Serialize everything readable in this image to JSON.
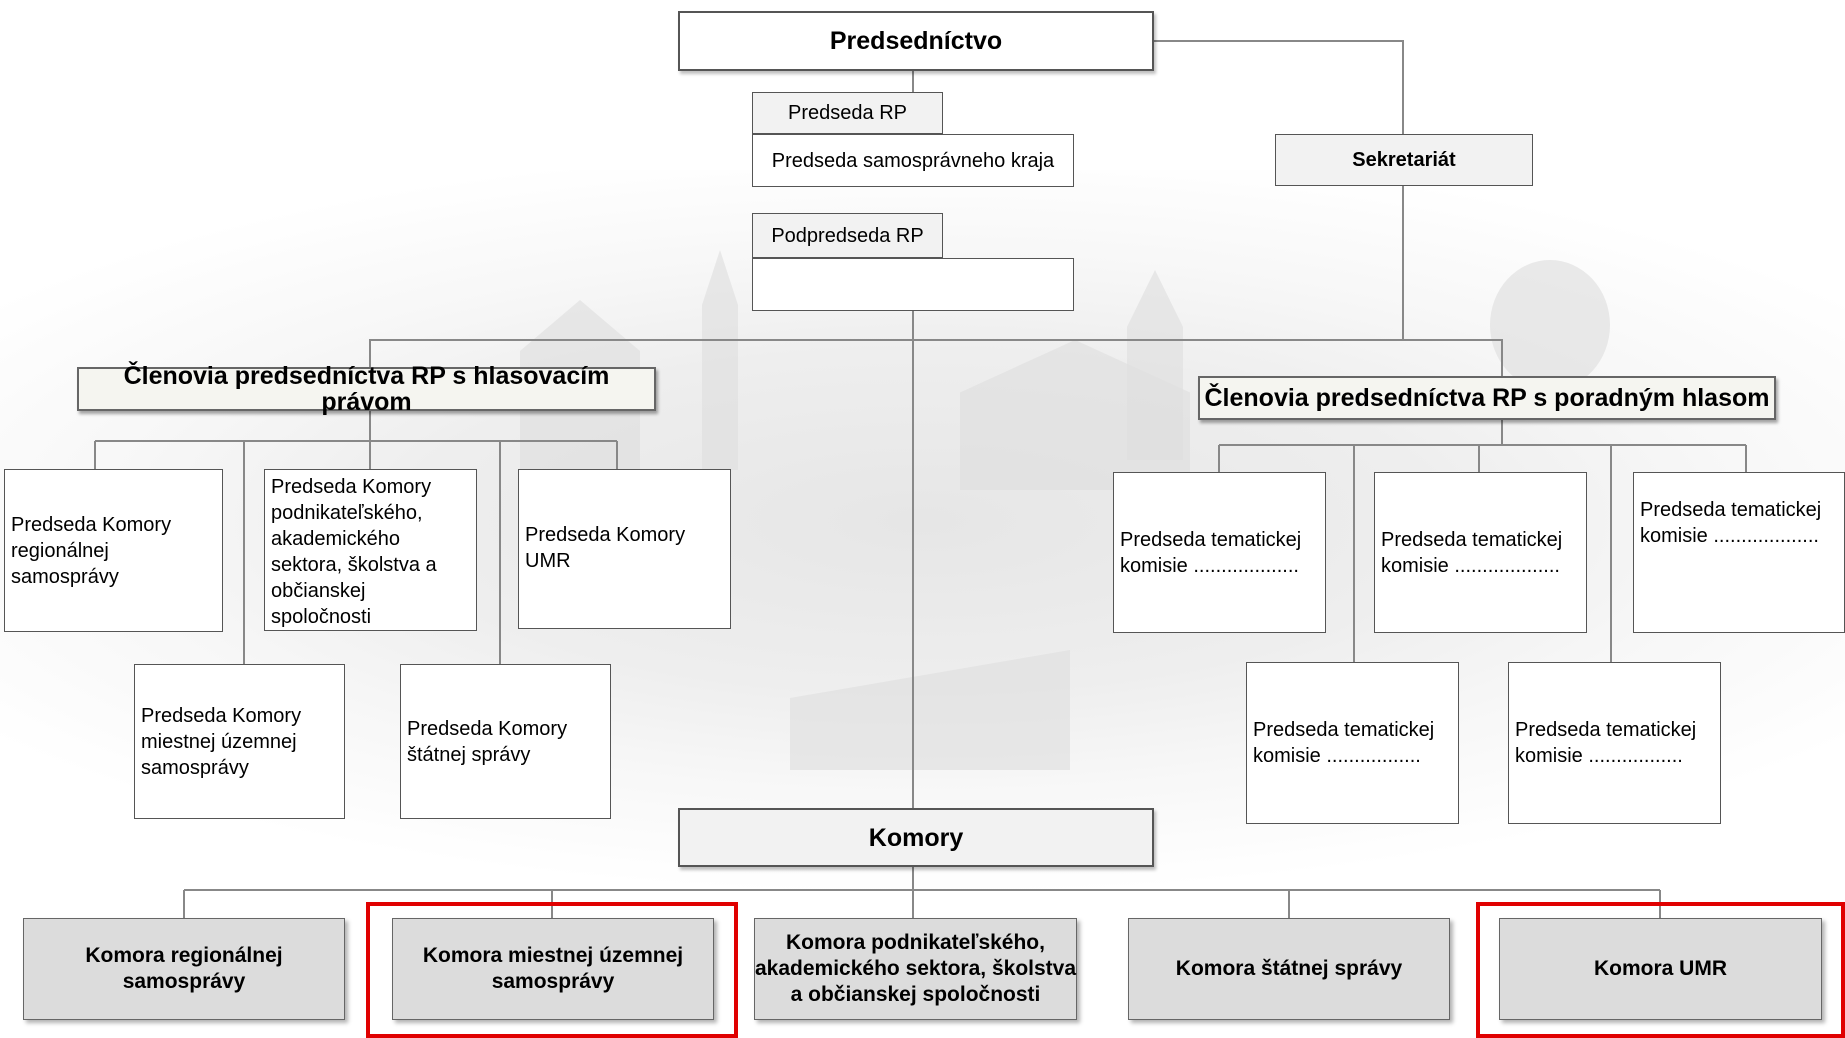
{
  "title": "Predsedníctvo",
  "chair": {
    "label": "Predseda RP",
    "value": "Predseda samosprávneho kraja"
  },
  "vice_chair": {
    "label": "Podpredseda RP",
    "value": ""
  },
  "secretariat": "Sekretariát",
  "voting_members": {
    "header": "Členovia predsedníctva RP s hlasovacím právom",
    "items": [
      "Predseda Komory regionálnej samosprávy",
      "Predseda Komory podnikateľského, akademického sektora, školstva a občianskej spoločnosti",
      "Predseda Komory UMR",
      "Predseda Komory miestnej územnej samosprávy",
      "Predseda Komory štátnej správy"
    ]
  },
  "advisory_members": {
    "header": "Členovia predsedníctva RP s poradným hlasom",
    "items": [
      "Predseda tematickej komisie ...................",
      "Predseda tematickej komisie ...................",
      "Predseda tematickej komisie ...................",
      "Predseda tematickej komisie .................",
      "Predseda tematickej komisie ................."
    ]
  },
  "chambers": {
    "title": "Komory",
    "items": [
      {
        "label": "Komora regionálnej samosprávy",
        "highlighted": false
      },
      {
        "label": "Komora miestnej územnej samosprávy",
        "highlighted": true
      },
      {
        "label": "Komora podnikateľského, akademického sektora, školstva a občianskej spoločnosti",
        "highlighted": false
      },
      {
        "label": "Komora štátnej správy",
        "highlighted": false
      },
      {
        "label": "Komora UMR",
        "highlighted": true
      }
    ]
  },
  "colors": {
    "highlight": "#e00000",
    "chamber_fill": "#dcdcdc",
    "line": "#888888"
  }
}
